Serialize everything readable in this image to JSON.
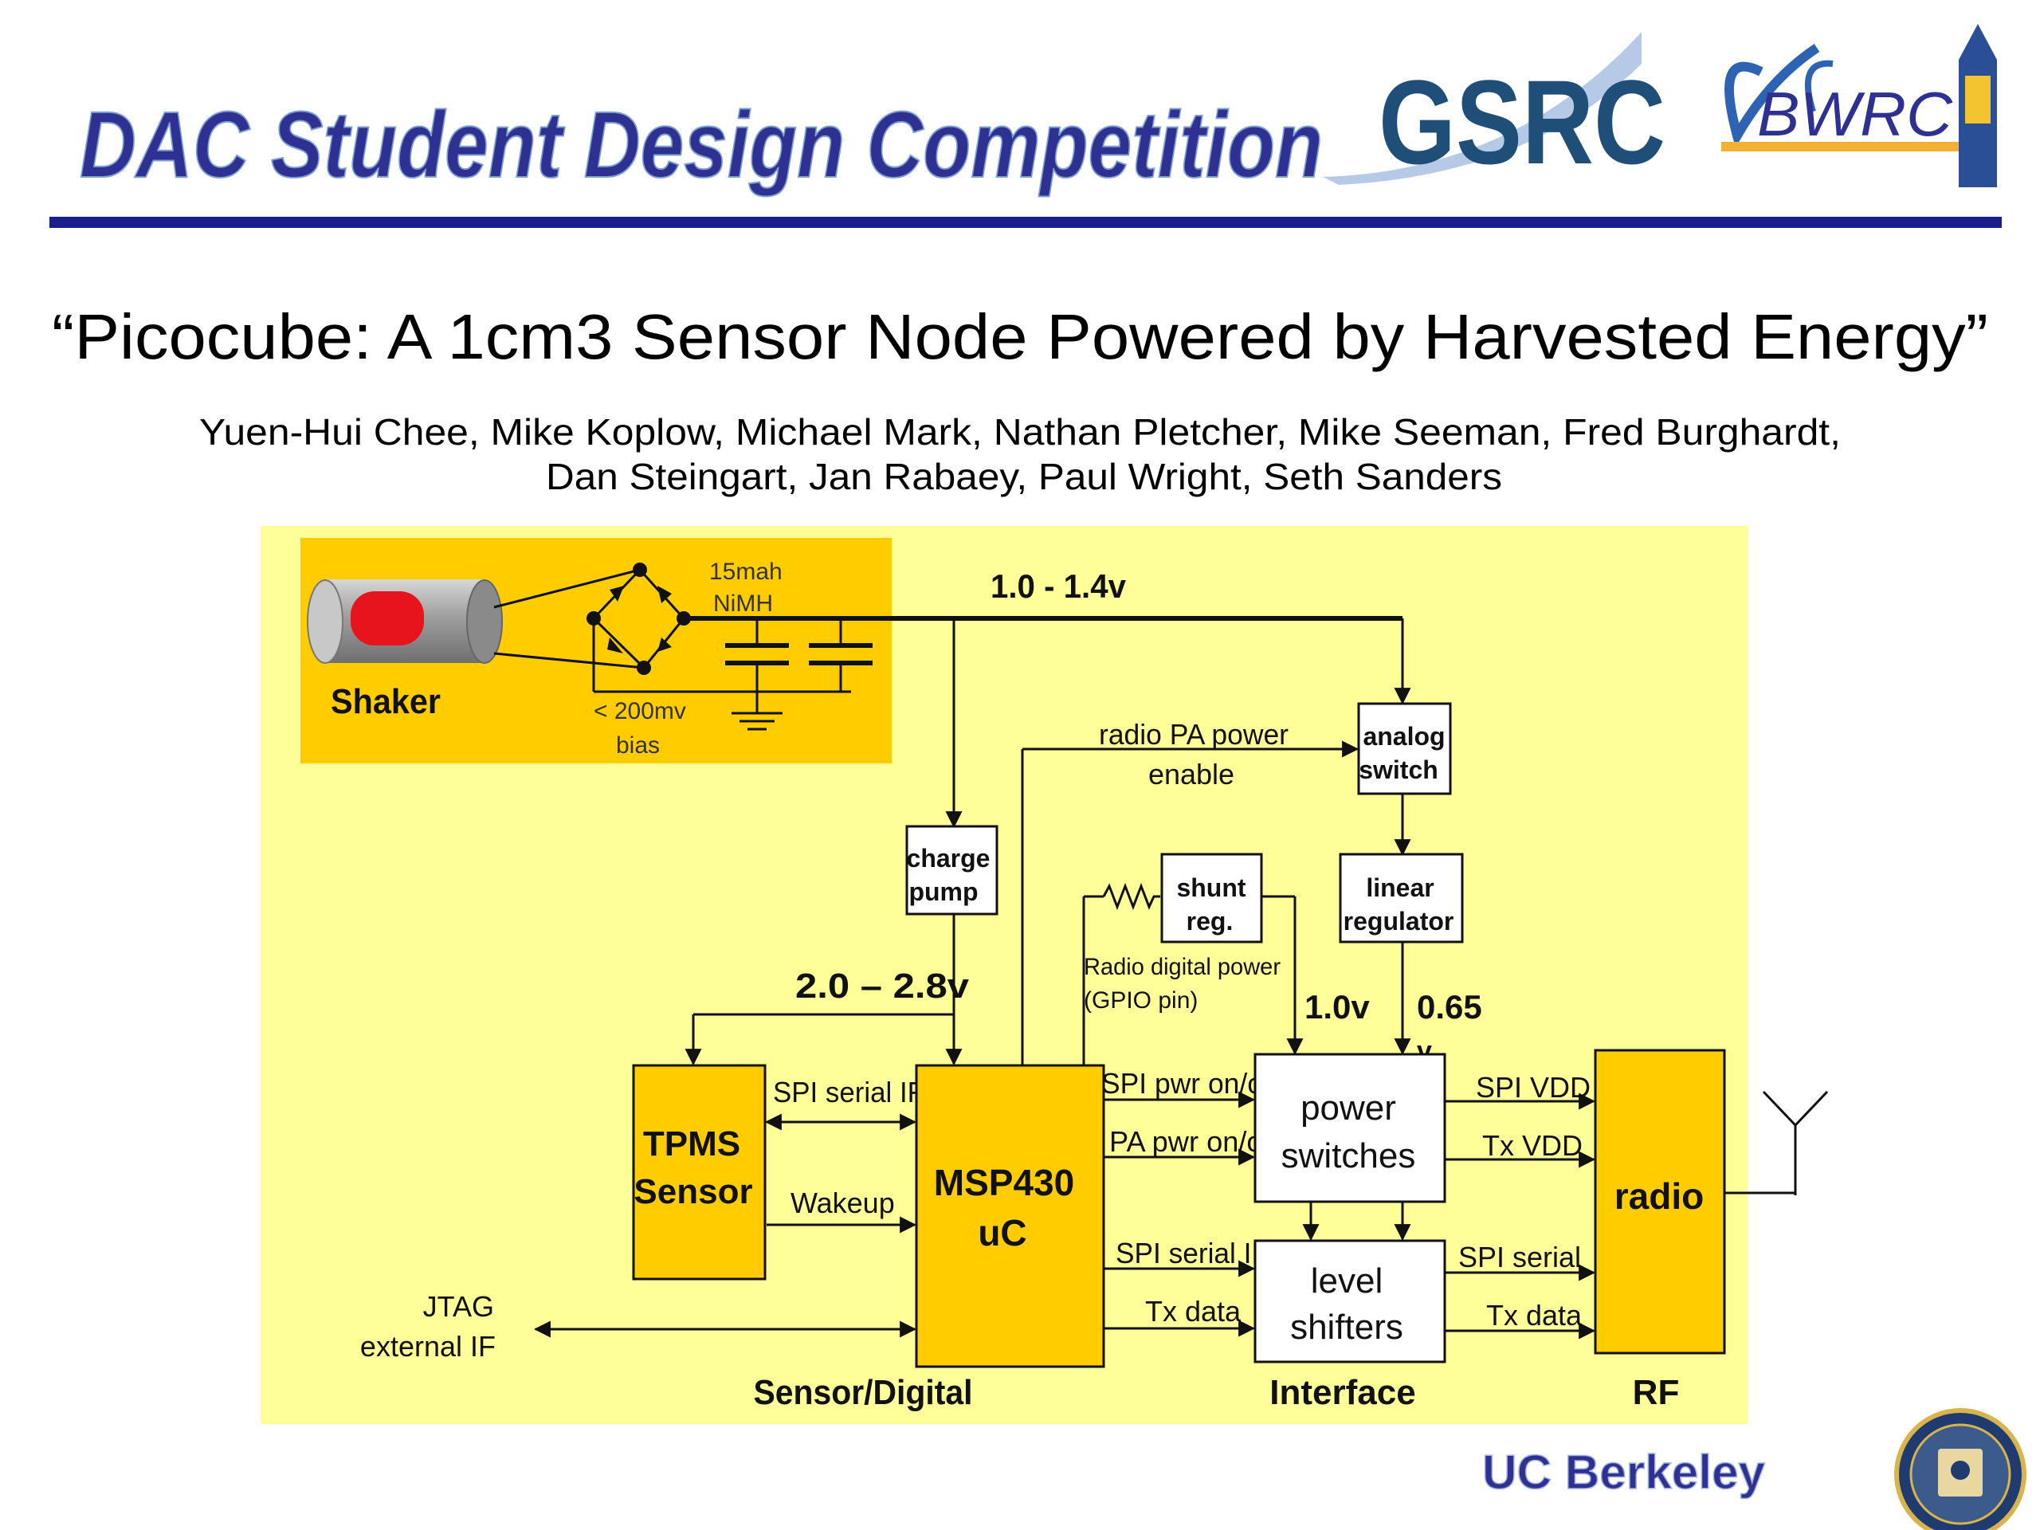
{
  "header": {
    "title": "DAC Student Design Competition",
    "logo_gsrc": "GSRC",
    "logo_bwrc": "BWRC"
  },
  "slide": {
    "title": "“Picocube: A 1cm3 Sensor Node Powered by Harvested Energy”",
    "authors_line1": "Yuen-Hui Chee, Mike Koplow, Michael Mark, Nathan Pletcher, Mike Seeman, Fred Burghardt,",
    "authors_line2": "Dan Steingart, Jan Rabaey, Paul Wright, Seth Sanders"
  },
  "diagram": {
    "shaker": "Shaker",
    "battery_line1": "15mah",
    "battery_line2": "NiMH",
    "bias_line1": "< 200mv",
    "bias_line2": "bias",
    "rail_voltage": "1.0 - 1.4v",
    "radio_pa_line1": "radio PA power",
    "radio_pa_line2": "enable",
    "analog_switch_line1": "analog",
    "analog_switch_line2": "switch",
    "charge_pump_line1": "charge",
    "charge_pump_line2": "pump",
    "shunt_line1": "shunt",
    "shunt_line2": "reg.",
    "linear_line1": "linear",
    "linear_line2": "regulator",
    "radio_digital_line1": "Radio digital power",
    "radio_digital_line2": "(GPIO pin)",
    "v_1_0": "1.0v",
    "v_0_65": "0.65",
    "v_0_65_unit": "v",
    "v_2_0": "2.0 – 2.8v",
    "tpms_line1": "TPMS",
    "tpms_line2": "Sensor",
    "spi_serial_if": "SPI serial IF",
    "wakeup": "Wakeup",
    "msp_line1": "MSP430",
    "msp_line2": "uC",
    "jtag_line1": "JTAG",
    "jtag_line2": "external IF",
    "spi_pwr": "SPI pwr on/off",
    "pa_pwr": "PA pwr on/off",
    "spi_serial_if_2": "SPI serial IF",
    "tx_data_1": "Tx data",
    "power_sw_line1": "power",
    "power_sw_line2": "switches",
    "level_line1": "level",
    "level_line2": "shifters",
    "spi_vdd": "SPI VDD",
    "tx_vdd": "Tx VDD",
    "spi_serial": "SPI serial",
    "tx_data_2": "Tx data",
    "radio": "radio",
    "section_sensor": "Sensor/Digital",
    "section_interface": "Interface",
    "section_rf": "RF"
  },
  "footer": {
    "university": "UC Berkeley"
  },
  "colors": {
    "title_blue": "#2e3192",
    "diagram_bg": "#ffff99",
    "block_gold": "#ffcc00",
    "shaker_red": "#e8141c"
  }
}
